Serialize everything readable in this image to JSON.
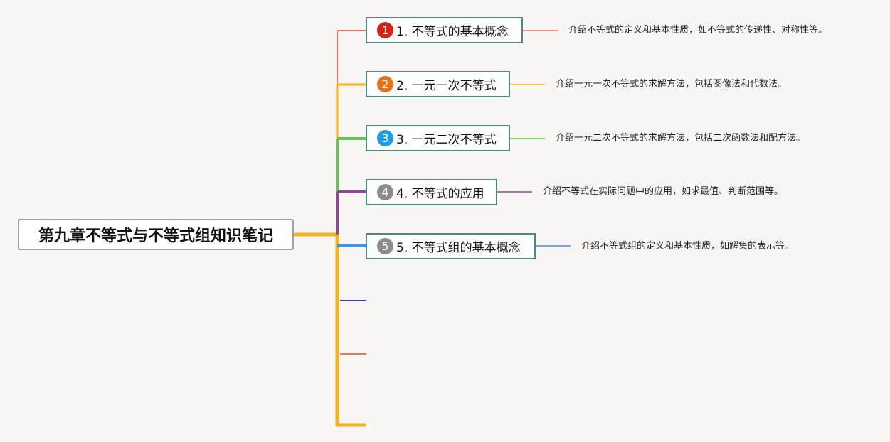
{
  "root": {
    "title": "第九章不等式与不等式组知识笔记"
  },
  "branches": [
    {
      "number": "1",
      "label": "1. 不等式的基本概念",
      "color": "#e8746a",
      "badge_color": "#d0231c",
      "description": "介绍不等式的定义和基本性质，如不等式的传递性、对称性等。"
    },
    {
      "number": "2",
      "label": "2. 一元一次不等式",
      "color": "#f3b31a",
      "badge_color": "#e8711c",
      "description": "介绍一元一次不等式的求解方法，包括图像法和代数法。"
    },
    {
      "number": "3",
      "label": "3. 一元二次不等式",
      "color": "#6cbf5a",
      "badge_color": "#1e9be0",
      "description": "介绍一元二次不等式的求解方法，包括二次函数法和配方法。"
    },
    {
      "number": "4",
      "label": "4. 不等式的应用",
      "color": "#8e4a8e",
      "badge_color": "#8c8c8c",
      "description": "介绍不等式在实际问题中的应用，如求最值、判断范围等。"
    },
    {
      "number": "5",
      "label": "5. 不等式组的基本概念",
      "color": "#4a8fe0",
      "badge_color": "#8c8c8c",
      "description": "介绍不等式组的定义和基本性质，如解集的表示等。"
    }
  ],
  "empty_branches": [
    {
      "color": "#3b3b9a"
    },
    {
      "color": "#e8746a"
    }
  ],
  "trunk_color": "#f3b31a"
}
